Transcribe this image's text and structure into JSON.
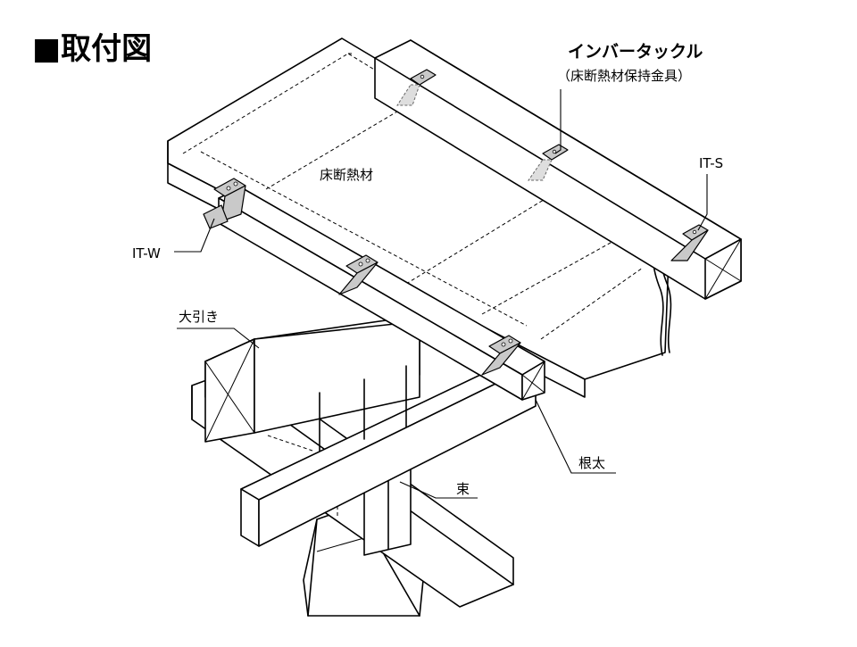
{
  "title": "■取付図",
  "labels": {
    "product_name": "インバータックル",
    "product_desc": "（床断熱材保持金具）",
    "insulation": "床断熱材",
    "it_s": "IT-S",
    "it_w": "IT-W",
    "beam": "大引き",
    "post": "束",
    "joist": "根太"
  }
}
